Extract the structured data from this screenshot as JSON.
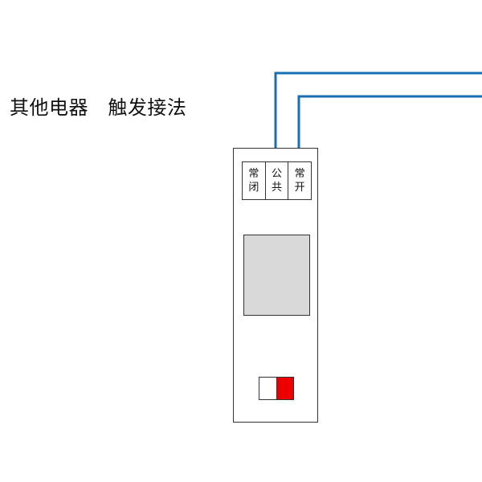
{
  "title": "其他电器   触发接法",
  "terminals": [
    {
      "line1": "常",
      "line2": "闭"
    },
    {
      "line1": "公",
      "line2": "共"
    },
    {
      "line1": "常",
      "line2": "开"
    }
  ],
  "colors": {
    "wire": "#1a6fb3",
    "indicator_on": "#ee0000",
    "display": "#d9d9d9"
  }
}
